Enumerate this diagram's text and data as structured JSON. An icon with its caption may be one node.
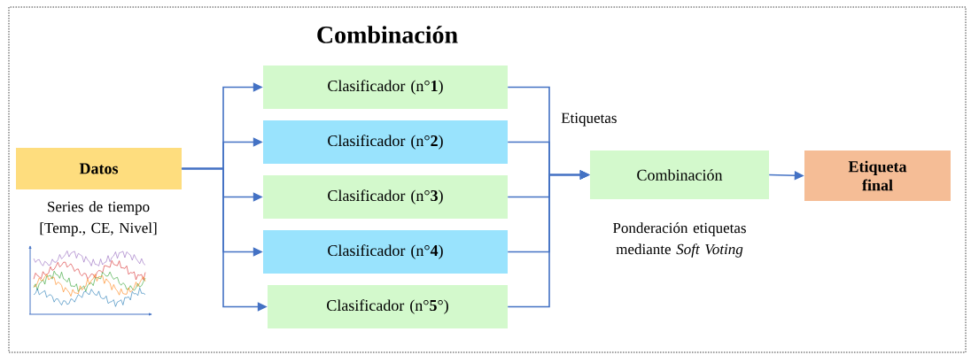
{
  "diagram": {
    "title": "Combinación",
    "nodes": [
      {
        "text": [
          "Datos"
        ],
        "beside": [
          "Series de tiempo [Temp., CE, Nivel]"
        ]
      },
      {
        "text": [
          "Clasificador (n°**1**)"
        ]
      },
      {
        "text": [
          "Clasificador (n°**2**)"
        ]
      },
      {
        "text": [
          "Clasificador (n°**3**)"
        ]
      },
      {
        "text": [
          "Clasificador (n°**4**)"
        ]
      },
      {
        "text": [
          "Clasificador (n°**5**°)"
        ]
      },
      {
        "text": [
          "Combinación"
        ],
        "beside": [
          "Ponderación etiquetas mediante *Soft Voting*"
        ]
      },
      {
        "text": [
          "Etiqueta final"
        ]
      }
    ],
    "edges": [
      {
        "from": 0,
        "to": 1,
        "arrow": "to"
      },
      {
        "from": 0,
        "to": 2,
        "arrow": "to"
      },
      {
        "from": 0,
        "to": 3,
        "arrow": "to"
      },
      {
        "from": 0,
        "to": 4,
        "arrow": "to"
      },
      {
        "from": 0,
        "to": 5,
        "arrow": "to"
      },
      {
        "from": 1,
        "to": 6,
        "arrow": "to"
      },
      {
        "from": 2,
        "to": 6,
        "arrow": "to"
      },
      {
        "from": 3,
        "to": 6,
        "arrow": "to"
      },
      {
        "from": 4,
        "to": 6,
        "arrow": "to"
      },
      {
        "from": 5,
        "to": 6,
        "arrow": "to"
      },
      {
        "from": 6,
        "to": 7,
        "arrow": "to"
      }
    ],
    "labels": [
      "Etiquetas"
    ]
  }
}
